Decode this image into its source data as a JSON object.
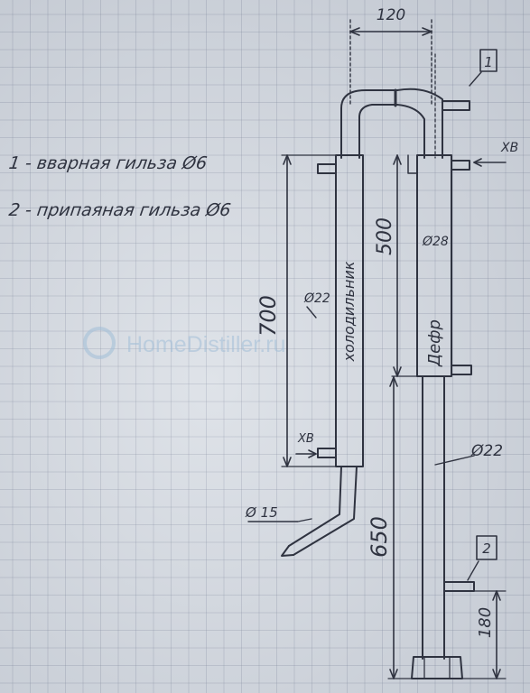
{
  "legend": {
    "item1": "1 - вварная гильза Ø6",
    "item2": "2 - припаяная гильза Ø6"
  },
  "watermark": "HomeDistiller.ru",
  "dimensions": {
    "width_top": "120",
    "condenser_length": "700",
    "jacket_length": "500",
    "column_length": "650",
    "bottom_offset": "180"
  },
  "diameters": {
    "condenser": "Ø22",
    "jacket": "Ø28",
    "column": "Ø22",
    "outlet": "Ø 15"
  },
  "labels": {
    "condenser": "холодильник",
    "jacket": "Дефр",
    "cold_water_top": "ХВ",
    "cold_water_bottom": "ХВ",
    "marker1": "1",
    "marker2": "2"
  },
  "colors": {
    "ink": "#2f3340",
    "paper": "#d8dde4",
    "grid": "#8c95a8"
  }
}
